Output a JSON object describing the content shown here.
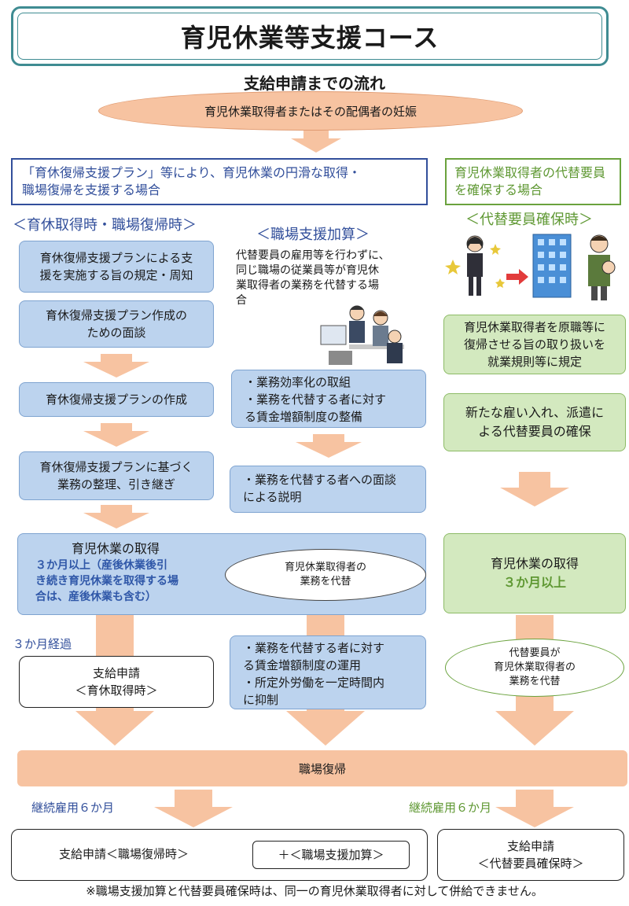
{
  "title": "育児休業等支援コース",
  "subtitle": "支給申請までの流れ",
  "start": "育児休業取得者またはその配偶者の妊娠",
  "left_heading": {
    "line1": "「育休復帰支援プラン」等により、育児休業の円滑な取得・",
    "line2": "職場復帰を支援する場合"
  },
  "right_heading": {
    "line1": "育児休業取得者の代替要員",
    "line2": "を確保する場合"
  },
  "col1": {
    "label": "＜育休取得時・職場復帰時＞",
    "box1": {
      "l1": "育休復帰支援プランによる支",
      "l2": "援を実施する旨の規定・周知"
    },
    "box2": {
      "l1": "育休復帰支援プラン作成の",
      "l2": "ための面談"
    },
    "box3": "育休復帰支援プランの作成",
    "box4": {
      "l1": "育休復帰支援プランに基づく",
      "l2": "業務の整理、引き継ぎ"
    }
  },
  "col2": {
    "label": "＜職場支援加算＞",
    "desc": {
      "l1": "代替要員の雇用等を行わずに、",
      "l2": "同じ職場の従業員等が育児休",
      "l3": "業取得者の業務を代替する場",
      "l4": "合"
    },
    "box1": {
      "l1": "・業務効率化の取組",
      "l2": "・業務を代替する者に対す",
      "l3": "る賃金増額制度の整備"
    },
    "box2": {
      "l1": "・業務を代替する者への面談",
      "l2": "による説明"
    },
    "box3": {
      "l1": "・業務を代替する者に対す",
      "l2": "る賃金増額制度の運用",
      "l3": "・所定外労働を一定時間内",
      "l4": "に抑制"
    }
  },
  "col3": {
    "label": "＜代替要員確保時＞",
    "box1": {
      "l1": "育児休業取得者を原職等に",
      "l2": "復帰させる旨の取り扱いを",
      "l3": "就業規則等に規定"
    },
    "box2": {
      "l1": "新たな雇い入れ、派遣に",
      "l2": "よる代替要員の確保"
    },
    "leave_title": "育児休業の取得",
    "leave_period": "３か月以上",
    "substitute": {
      "l1": "代替要員が",
      "l2": "育児休業取得者の",
      "l3": "業務を代替"
    }
  },
  "leave": {
    "title": "育児休業の取得",
    "line1": "３か月以上（産後休業後引",
    "line2": "き続き育児休業を取得する場",
    "line3": "合は、産後休業も含む）",
    "ellipse_l1": "育児休業取得者の",
    "ellipse_l2": "業務を代替"
  },
  "after3": "３か月経過",
  "apply1": {
    "l1": "支給申請",
    "l2": "＜育休取得時＞"
  },
  "return": "職場復帰",
  "continued_left": "継続雇用６か月",
  "continued_right": "継続雇用６か月",
  "apply2": "支給申請＜職場復帰時＞",
  "apply2_plus": "＋＜職場支援加算＞",
  "apply3": {
    "l1": "支給申請",
    "l2": "＜代替要員確保時＞"
  },
  "note": "※職場支援加算と代替要員確保時は、同一の育児休業取得者に対して併給できません。",
  "colors": {
    "blue_box": "#bcd3ee",
    "green_box": "#d3e9bf",
    "arrow": "#f7c3a1",
    "blue_text": "#324f9b",
    "green_text": "#5f9833"
  }
}
